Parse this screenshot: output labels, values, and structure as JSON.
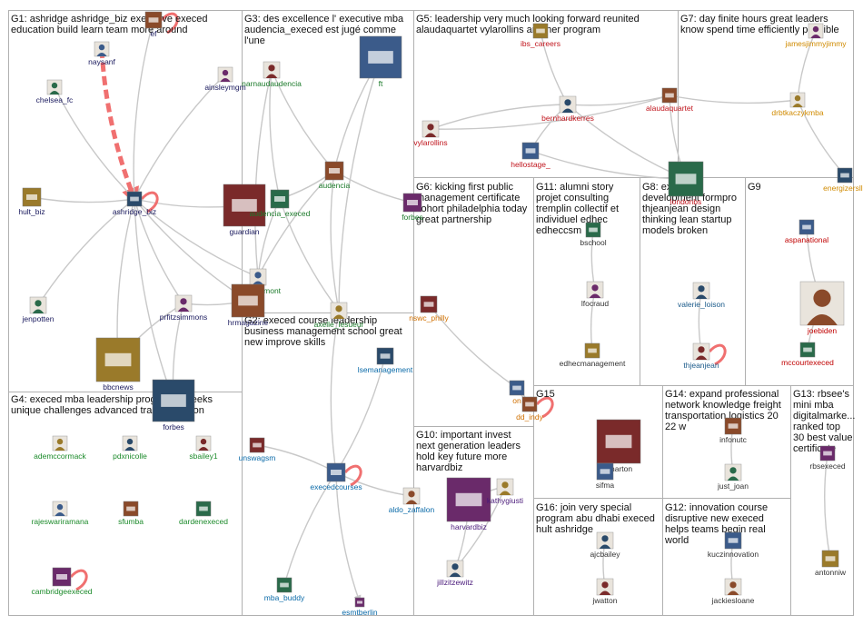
{
  "colors": {
    "g1": "#1a1a5e",
    "g2": "#0a6aa8",
    "g3": "#1b7a2a",
    "g4": "#1b8a2a",
    "g5": "#c0141c",
    "g6": "#d07000",
    "g7": "#d08a00",
    "g8": "#1a5a8a",
    "g9": "#c00000",
    "g10": "#4a1a7a",
    "edge": "#c8c8c8",
    "edge_strong": "#f07070",
    "box_border": "#b0b0b0"
  },
  "groups": [
    {
      "id": "G1",
      "title_lines": [
        "G1: ashridge ashridge_biz executive execed",
        "education build learn team more around"
      ]
    },
    {
      "id": "G2",
      "title_lines": [
        "G2: execed course leadership",
        "business management school great",
        "new improve skills"
      ]
    },
    {
      "id": "G3",
      "title_lines": [
        "G3: des excellence l' executive mba",
        "audencia_execed est jugé comme",
        "l'une"
      ]
    },
    {
      "id": "G4",
      "title_lines": [
        "G4: execed mba leadership program 2 weeks",
        "unique challenges advanced transformation"
      ]
    },
    {
      "id": "G5",
      "title_lines": [
        "G5: leadership very much looking forward reunited",
        "alaudaquartet vylarollins another program"
      ]
    },
    {
      "id": "G6",
      "title_lines": [
        "G6: kicking first public",
        "management certificate",
        "cohort philadelphia today",
        "great partnership"
      ]
    },
    {
      "id": "G7",
      "title_lines": [
        "G7: day finite hours great leaders",
        "know spend time efficiently possible"
      ]
    },
    {
      "id": "G8",
      "title_lines": [
        "G8: execed",
        "development formpro",
        "thjeanjean design",
        "thinking lean startup",
        "models broken"
      ]
    },
    {
      "id": "G9",
      "title_lines": [
        "G9"
      ]
    },
    {
      "id": "G10",
      "title_lines": [
        "G10: important invest",
        "next generation leaders",
        "hold key future more",
        "harvardbiz"
      ]
    },
    {
      "id": "G11",
      "title_lines": [
        "G11: alumni story",
        "projet consulting",
        "tremplin collectif et",
        "individuel edhec",
        "edheccsm"
      ]
    },
    {
      "id": "G12",
      "title_lines": [
        "G12: innovation course",
        "disruptive new execed",
        "helps teams begin real",
        "world"
      ]
    },
    {
      "id": "G13",
      "title_lines": [
        "G13: rbsee's",
        "mini mba",
        "digitalmarke...",
        "ranked top",
        "30 best value",
        "certificate"
      ]
    },
    {
      "id": "G14",
      "title_lines": [
        "G14: expand professional",
        "network knowledge freight",
        "transportation logistics 20",
        "22 w"
      ]
    },
    {
      "id": "G15",
      "title_lines": [
        "G15"
      ]
    },
    {
      "id": "G16",
      "title_lines": [
        "G16: join very special",
        "program abu dhabi execed",
        "hult ashridge"
      ]
    }
  ],
  "nodes": [
    {
      "id": "naysanf",
      "label": "naysanf",
      "icon": "avatar-icon",
      "group": "g1"
    },
    {
      "id": "ef",
      "label": "ef",
      "icon": "logo-icon",
      "group": "g1"
    },
    {
      "id": "chelsea_fc",
      "label": "chelsea_fc",
      "icon": "avatar-icon",
      "group": "g1"
    },
    {
      "id": "ainsleymgm",
      "label": "ainsleymgm",
      "icon": "avatar-icon",
      "group": "g1"
    },
    {
      "id": "hult_biz",
      "label": "hult_biz",
      "icon": "logo-icon",
      "group": "g1"
    },
    {
      "id": "ashridge_biz",
      "label": "ashridge_biz",
      "icon": "logo-icon",
      "group": "g1"
    },
    {
      "id": "guardian",
      "label": "guardian",
      "icon": "logo-icon",
      "group": "g1"
    },
    {
      "id": "frankdormont",
      "label": "frankdormont",
      "icon": "avatar-icon",
      "group": "g3"
    },
    {
      "id": "hrmagazine",
      "label": "hrmagazine",
      "icon": "logo-icon",
      "group": "g1"
    },
    {
      "id": "jenpotten",
      "label": "jenpotten",
      "icon": "avatar-icon",
      "group": "g1"
    },
    {
      "id": "prfitzsimmons",
      "label": "prfitzsimmons",
      "icon": "avatar-icon",
      "group": "g1"
    },
    {
      "id": "bbcnews",
      "label": "bbcnews",
      "icon": "logo-icon",
      "group": "g1"
    },
    {
      "id": "forbes_g1",
      "label": "forbes",
      "icon": "logo-icon",
      "group": "g1"
    },
    {
      "id": "narnaudaudencia",
      "label": "narnaudaudencia",
      "icon": "avatar-icon",
      "group": "g3"
    },
    {
      "id": "ft",
      "label": "ft",
      "icon": "logo-icon",
      "group": "g3"
    },
    {
      "id": "audencia",
      "label": "audencia",
      "icon": "logo-icon",
      "group": "g3"
    },
    {
      "id": "audencia_execed",
      "label": "audencia_execed",
      "icon": "logo-icon",
      "group": "g3"
    },
    {
      "id": "forbes",
      "label": "forbes",
      "icon": "logo-icon",
      "group": "g3"
    },
    {
      "id": "axelle",
      "label": "axelle_lesueur",
      "icon": "avatar-icon",
      "group": "g3"
    },
    {
      "id": "lsemanagement",
      "label": "lsemanagement",
      "icon": "logo-icon",
      "group": "g2"
    },
    {
      "id": "unswagsm",
      "label": "unswagsm",
      "icon": "logo-icon",
      "group": "g2"
    },
    {
      "id": "execedcourses",
      "label": "execedcourses",
      "icon": "logo-icon",
      "group": "g2"
    },
    {
      "id": "aldo_zaffalon",
      "label": "aldo_zaffalon",
      "icon": "avatar-icon",
      "group": "g2"
    },
    {
      "id": "mba_buddy",
      "label": "mba_buddy",
      "icon": "logo-icon",
      "group": "g2"
    },
    {
      "id": "esmtberlin",
      "label": "esmtberlin",
      "icon": "logo-icon",
      "group": "g2"
    },
    {
      "id": "ademccormack",
      "label": "ademccormack",
      "icon": "avatar-icon",
      "group": "g4"
    },
    {
      "id": "pdxnicolle",
      "label": "pdxnicolle",
      "icon": "avatar-icon",
      "group": "g4"
    },
    {
      "id": "sbailey1",
      "label": "sbailey1",
      "icon": "avatar-icon",
      "group": "g4"
    },
    {
      "id": "rajeswariramana",
      "label": "rajeswariramana",
      "icon": "avatar-icon",
      "group": "g4"
    },
    {
      "id": "sfumba",
      "label": "sfumba",
      "icon": "logo-icon",
      "group": "g4"
    },
    {
      "id": "dardenexeced",
      "label": "dardenexeced",
      "icon": "logo-icon",
      "group": "g4"
    },
    {
      "id": "cambridgeexeced",
      "label": "cambridgeexeced",
      "icon": "logo-icon",
      "group": "g4"
    },
    {
      "id": "ibs_careers",
      "label": "ibs_careers",
      "icon": "logo-icon",
      "group": "g5"
    },
    {
      "id": "bernhardkerres",
      "label": "bernhardkerres",
      "icon": "avatar-icon",
      "group": "g5"
    },
    {
      "id": "vylarollins",
      "label": "vylarollins",
      "icon": "avatar-icon",
      "group": "g5"
    },
    {
      "id": "hellostage_",
      "label": "hellostage_",
      "icon": "logo-icon",
      "group": "g5"
    },
    {
      "id": "alaudaquartet",
      "label": "alaudaquartet",
      "icon": "logo-icon",
      "group": "g5"
    },
    {
      "id": "london_bs",
      "label": "londonbs",
      "icon": "logo-icon",
      "group": "g5"
    },
    {
      "id": "jamesjimmyjimmy",
      "label": "jamesjimmyjimmy",
      "icon": "avatar-icon",
      "group": "g7"
    },
    {
      "id": "drbtkaczykmba",
      "label": "drbtkaczykmba",
      "icon": "avatar-icon",
      "group": "g7"
    },
    {
      "id": "energizersllc",
      "label": "energizersllc",
      "icon": "logo-icon",
      "group": "g7"
    },
    {
      "id": "nswc_philly",
      "label": "nswc_philly",
      "icon": "logo-icon",
      "group": "g6"
    },
    {
      "id": "on",
      "label": "on",
      "icon": "logo-icon",
      "group": "g6"
    },
    {
      "id": "dd_indy",
      "label": "dd_indy",
      "icon": "logo-icon",
      "group": "g6"
    },
    {
      "id": "bschool",
      "label": "bschool",
      "icon": "logo-icon",
      "group": "g11"
    },
    {
      "id": "lfocraud",
      "label": "lfocraud",
      "icon": "avatar-icon",
      "group": "g11"
    },
    {
      "id": "edhecmanagement",
      "label": "edhecmanagement",
      "icon": "logo-icon",
      "group": "g11"
    },
    {
      "id": "valerie_loison",
      "label": "valerie_loison",
      "icon": "avatar-icon",
      "group": "g8"
    },
    {
      "id": "thjeanjean",
      "label": "thjeanjean",
      "icon": "avatar-icon",
      "group": "g8"
    },
    {
      "id": "aspanational",
      "label": "aspanational",
      "icon": "logo-icon",
      "group": "g9"
    },
    {
      "id": "joebiden",
      "label": "joebiden",
      "icon": "avatar-icon",
      "group": "g9"
    },
    {
      "id": "mccourtexeced",
      "label": "mccourtexeced",
      "icon": "logo-icon",
      "group": "g9"
    },
    {
      "id": "harvardbiz",
      "label": "harvardbiz",
      "icon": "logo-icon",
      "group": "g10"
    },
    {
      "id": "kathygiusti",
      "label": "kathygiusti",
      "icon": "avatar-icon",
      "group": "g10"
    },
    {
      "id": "jillzitzewitz",
      "label": "jillzitzewitz",
      "icon": "avatar-icon",
      "group": "g10"
    },
    {
      "id": "wharton",
      "label": "wharton",
      "icon": "logo-icon",
      "group": "g15"
    },
    {
      "id": "sifma",
      "label": "sifma",
      "icon": "logo-icon",
      "group": "g15"
    },
    {
      "id": "infonutc",
      "label": "infonutc",
      "icon": "logo-icon",
      "group": "g14"
    },
    {
      "id": "just_joan",
      "label": "just_joan",
      "icon": "avatar-icon",
      "group": "g14"
    },
    {
      "id": "rbsexeced",
      "label": "rbsexeced",
      "icon": "logo-icon",
      "group": "g13"
    },
    {
      "id": "antonniw",
      "label": "antonniw",
      "icon": "logo-icon",
      "group": "g13"
    },
    {
      "id": "ajcbailey",
      "label": "ajcbailey",
      "icon": "avatar-icon",
      "group": "g16"
    },
    {
      "id": "jwatton",
      "label": "jwatton",
      "icon": "avatar-icon",
      "group": "g16"
    },
    {
      "id": "kuczinnovation",
      "label": "kuczinnovation",
      "icon": "logo-icon",
      "group": "g12"
    },
    {
      "id": "jackiesloane",
      "label": "jackiesloane",
      "icon": "avatar-icon",
      "group": "g12"
    }
  ]
}
